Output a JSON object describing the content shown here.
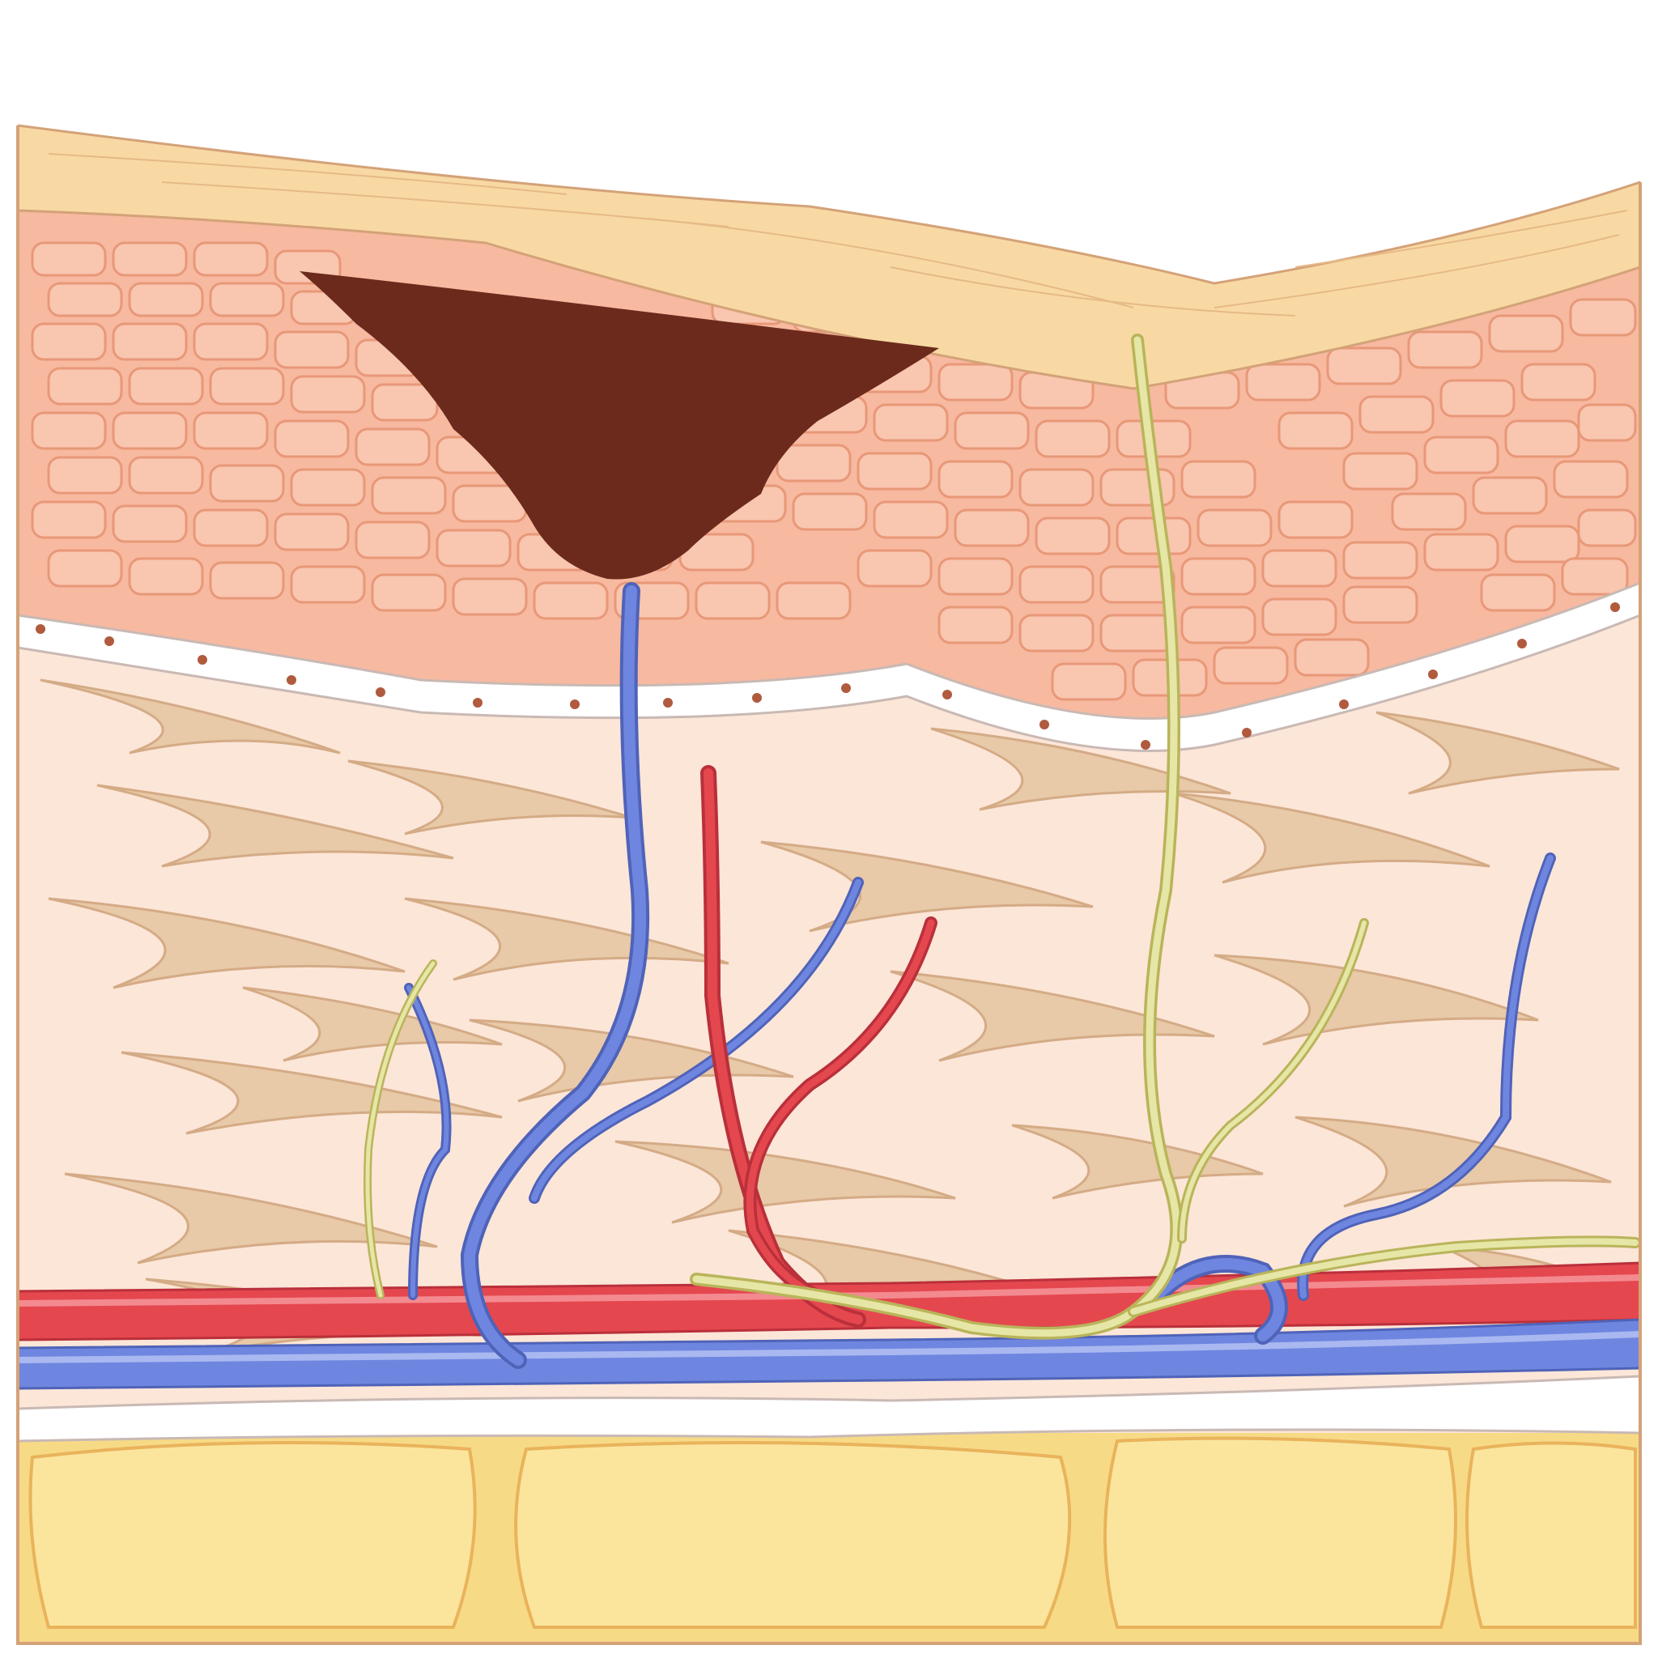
{
  "diagram": {
    "kind": "skin cross-section",
    "labels": [],
    "layers": [
      {
        "id": "stratum-corneum",
        "color": "#f8d9a4"
      },
      {
        "id": "epidermis",
        "color": "#f7b9a0"
      },
      {
        "id": "basal-layer",
        "color": "#ffffff"
      },
      {
        "id": "dermis",
        "color": "#fce6d8"
      },
      {
        "id": "hypodermis",
        "color": "#f6d98a"
      }
    ],
    "lesion_color": "#6b2a1c",
    "vessel_colors": {
      "artery": "#e5474f",
      "vein": "#6f86e0",
      "nerve": "#d8d88a"
    }
  }
}
